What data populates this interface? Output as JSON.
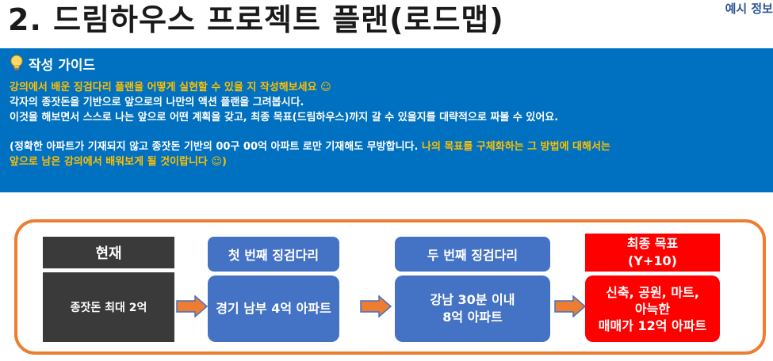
{
  "title": "2. 드림하우스 프로젝트 플랜(로드맵)",
  "corner_label": "예시 정보",
  "guide": {
    "heading": "작성 가이드",
    "line1": "강의에서 배운 징검다리 플랜을 어떻게 실현할 수 있을 지 작성해보세요 ☺",
    "line2": "각자의 종잣돈을 기반으로 앞으로의 나만의 액션 플랜을 그려봅시다.",
    "line3": "이것을 해보면서 스스로 나는 앞으로 어떤 계획을 갖고, 최종 목표(드림하우스)까지 갈 수 있을지를 대략적으로 짜볼 수 있어요.",
    "line4_white": "(정확한 아파트가 기재되지 않고 종잣돈 기반의 00구 00억 아파트 로만 기재해도 무방합니다. ",
    "line4_yellow": "나의 목표를 구체화하는 그 방법에 대해서는",
    "line5": "앞으로 남은 강의에서 배워보게 될 것이랍니다 ☺)"
  },
  "roadmap": {
    "current": {
      "header": "현재",
      "content": "종잣돈 최대 2억"
    },
    "step1": {
      "header": "첫 번째 징검다리",
      "content": "경기 남부 4억 아파트"
    },
    "step2": {
      "header": "두 번째 징검다리",
      "content_line1": "강남 30분 이내",
      "content_line2": "8억 아파트"
    },
    "goal": {
      "header_line1": "최종 목표",
      "header_line2": "(Y+10)",
      "content_line1": "신축, 공원, 마트,",
      "content_line2": "아늑한",
      "content_line3": "매매가 12억 아파트"
    }
  },
  "colors": {
    "guide_bg": "#0070c0",
    "highlight": "#ffc000",
    "frame": "#ed7d31",
    "step_blue": "#4472c4",
    "dark": "#3a3a3a",
    "goal_red": "#ff0000"
  }
}
